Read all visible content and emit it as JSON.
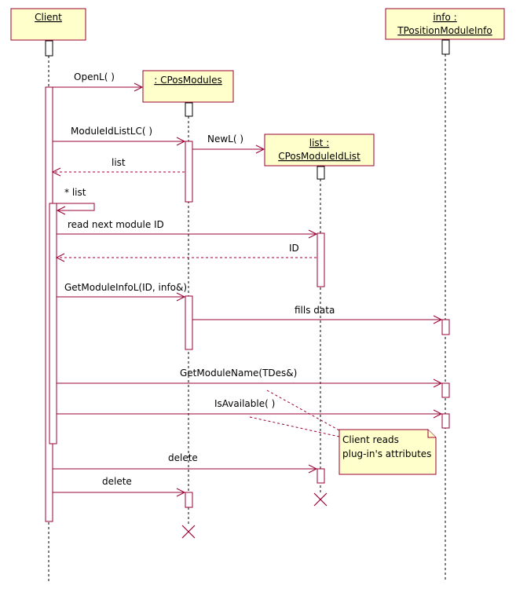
{
  "objects": {
    "client": {
      "name": "Client"
    },
    "cposmodules": {
      "name": ": CPosModules"
    },
    "list": {
      "name_line1": "list :",
      "name_line2": "CPosModuleIdList"
    },
    "info": {
      "name_line1": "info :",
      "name_line2": "TPositionModuleInfo"
    }
  },
  "messages": {
    "openl": "OpenL( )",
    "moduleidlistlc": "ModuleIdListLC( )",
    "newl": "NewL( )",
    "list_return": "list",
    "list_iteration": "* list",
    "read_next": "read next module ID",
    "id_return": "ID",
    "getmoduleinfol": "GetModuleInfoL(ID, info&)",
    "fills_data": "fills data",
    "getmodulename": "GetModuleName(TDes&)",
    "isavailable": "IsAvailable( )",
    "delete_list": "delete",
    "delete_modules": "delete"
  },
  "note": {
    "line1": "Client reads",
    "line2": "plug-in's attributes"
  }
}
